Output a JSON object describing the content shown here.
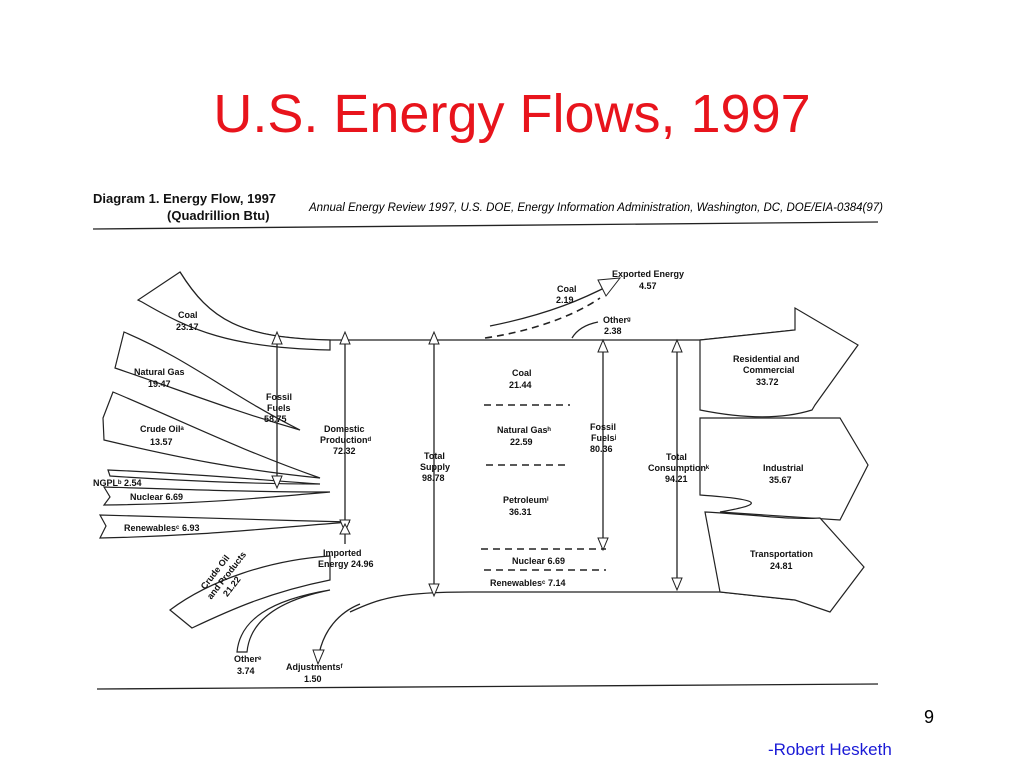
{
  "slide": {
    "title": "U.S. Energy Flows, 1997",
    "source_note": "Annual Energy Review 1997, U.S. DOE, Energy Information Administration, Washington, DC, DOE/EIA-0384(97)",
    "page_number": "9",
    "author": "-Robert Hesketh"
  },
  "diagram": {
    "heading_line1": "Diagram 1.  Energy  Flow, 1997",
    "heading_line2": "(Quadrillion Btu)",
    "sources": [
      {
        "label": "Coal",
        "value": "23.17"
      },
      {
        "label": "Natural Gas",
        "value": "19.47"
      },
      {
        "label": "Crude Oilᵃ",
        "value": "13.57"
      },
      {
        "label": "NGPLᵇ 2.54"
      },
      {
        "label": "Nuclear 6.69"
      },
      {
        "label": "Renewablesᶜ 6.93"
      }
    ],
    "fossil_fuels": {
      "label1": "Fossil",
      "label2": "Fuels",
      "value": "58.75"
    },
    "domestic_production": {
      "label1": "Domestic",
      "label2": "Productionᵈ",
      "value": "72.32"
    },
    "total_supply": {
      "label1": "Total",
      "label2": "Supply",
      "value": "98.78"
    },
    "imports": {
      "label1": "Imported",
      "label2": "Energy 24.96"
    },
    "crude_imports": {
      "line1": "Crude Oil",
      "line2": "and Products",
      "value": "21.22"
    },
    "other_imports": {
      "label": "Otherᵉ",
      "value": "3.74"
    },
    "adjustments": {
      "label": "Adjustmentsᶠ",
      "value": "1.50"
    },
    "exports": {
      "label1": "Exported Energy",
      "value": "4.57",
      "coal_label": "Coal",
      "coal_value": "2.19",
      "other_label": "Otherᵍ",
      "other_value": "2.38"
    },
    "consumption_fuels": [
      {
        "label": "Coal",
        "value": "21.44"
      },
      {
        "label": "Natural Gasʰ",
        "value": "22.59"
      },
      {
        "label": "Petroleumⁱ",
        "value": "36.31"
      },
      {
        "label": "Nuclear 6.69"
      },
      {
        "label": "Renewablesᶜ 7.14"
      }
    ],
    "fossil_fuels_consumed": {
      "label1": "Fossil",
      "label2": "Fuelsʲ",
      "value": "80.36"
    },
    "total_consumption": {
      "label1": "Total",
      "label2": "Consumptionᵏ",
      "value": "94.21"
    },
    "sectors": [
      {
        "label1": "Residential and",
        "label2": "Commercial",
        "value": "33.72"
      },
      {
        "label1": "Industrial",
        "value": "35.67"
      },
      {
        "label1": "Transportation",
        "value": "24.81"
      }
    ]
  }
}
